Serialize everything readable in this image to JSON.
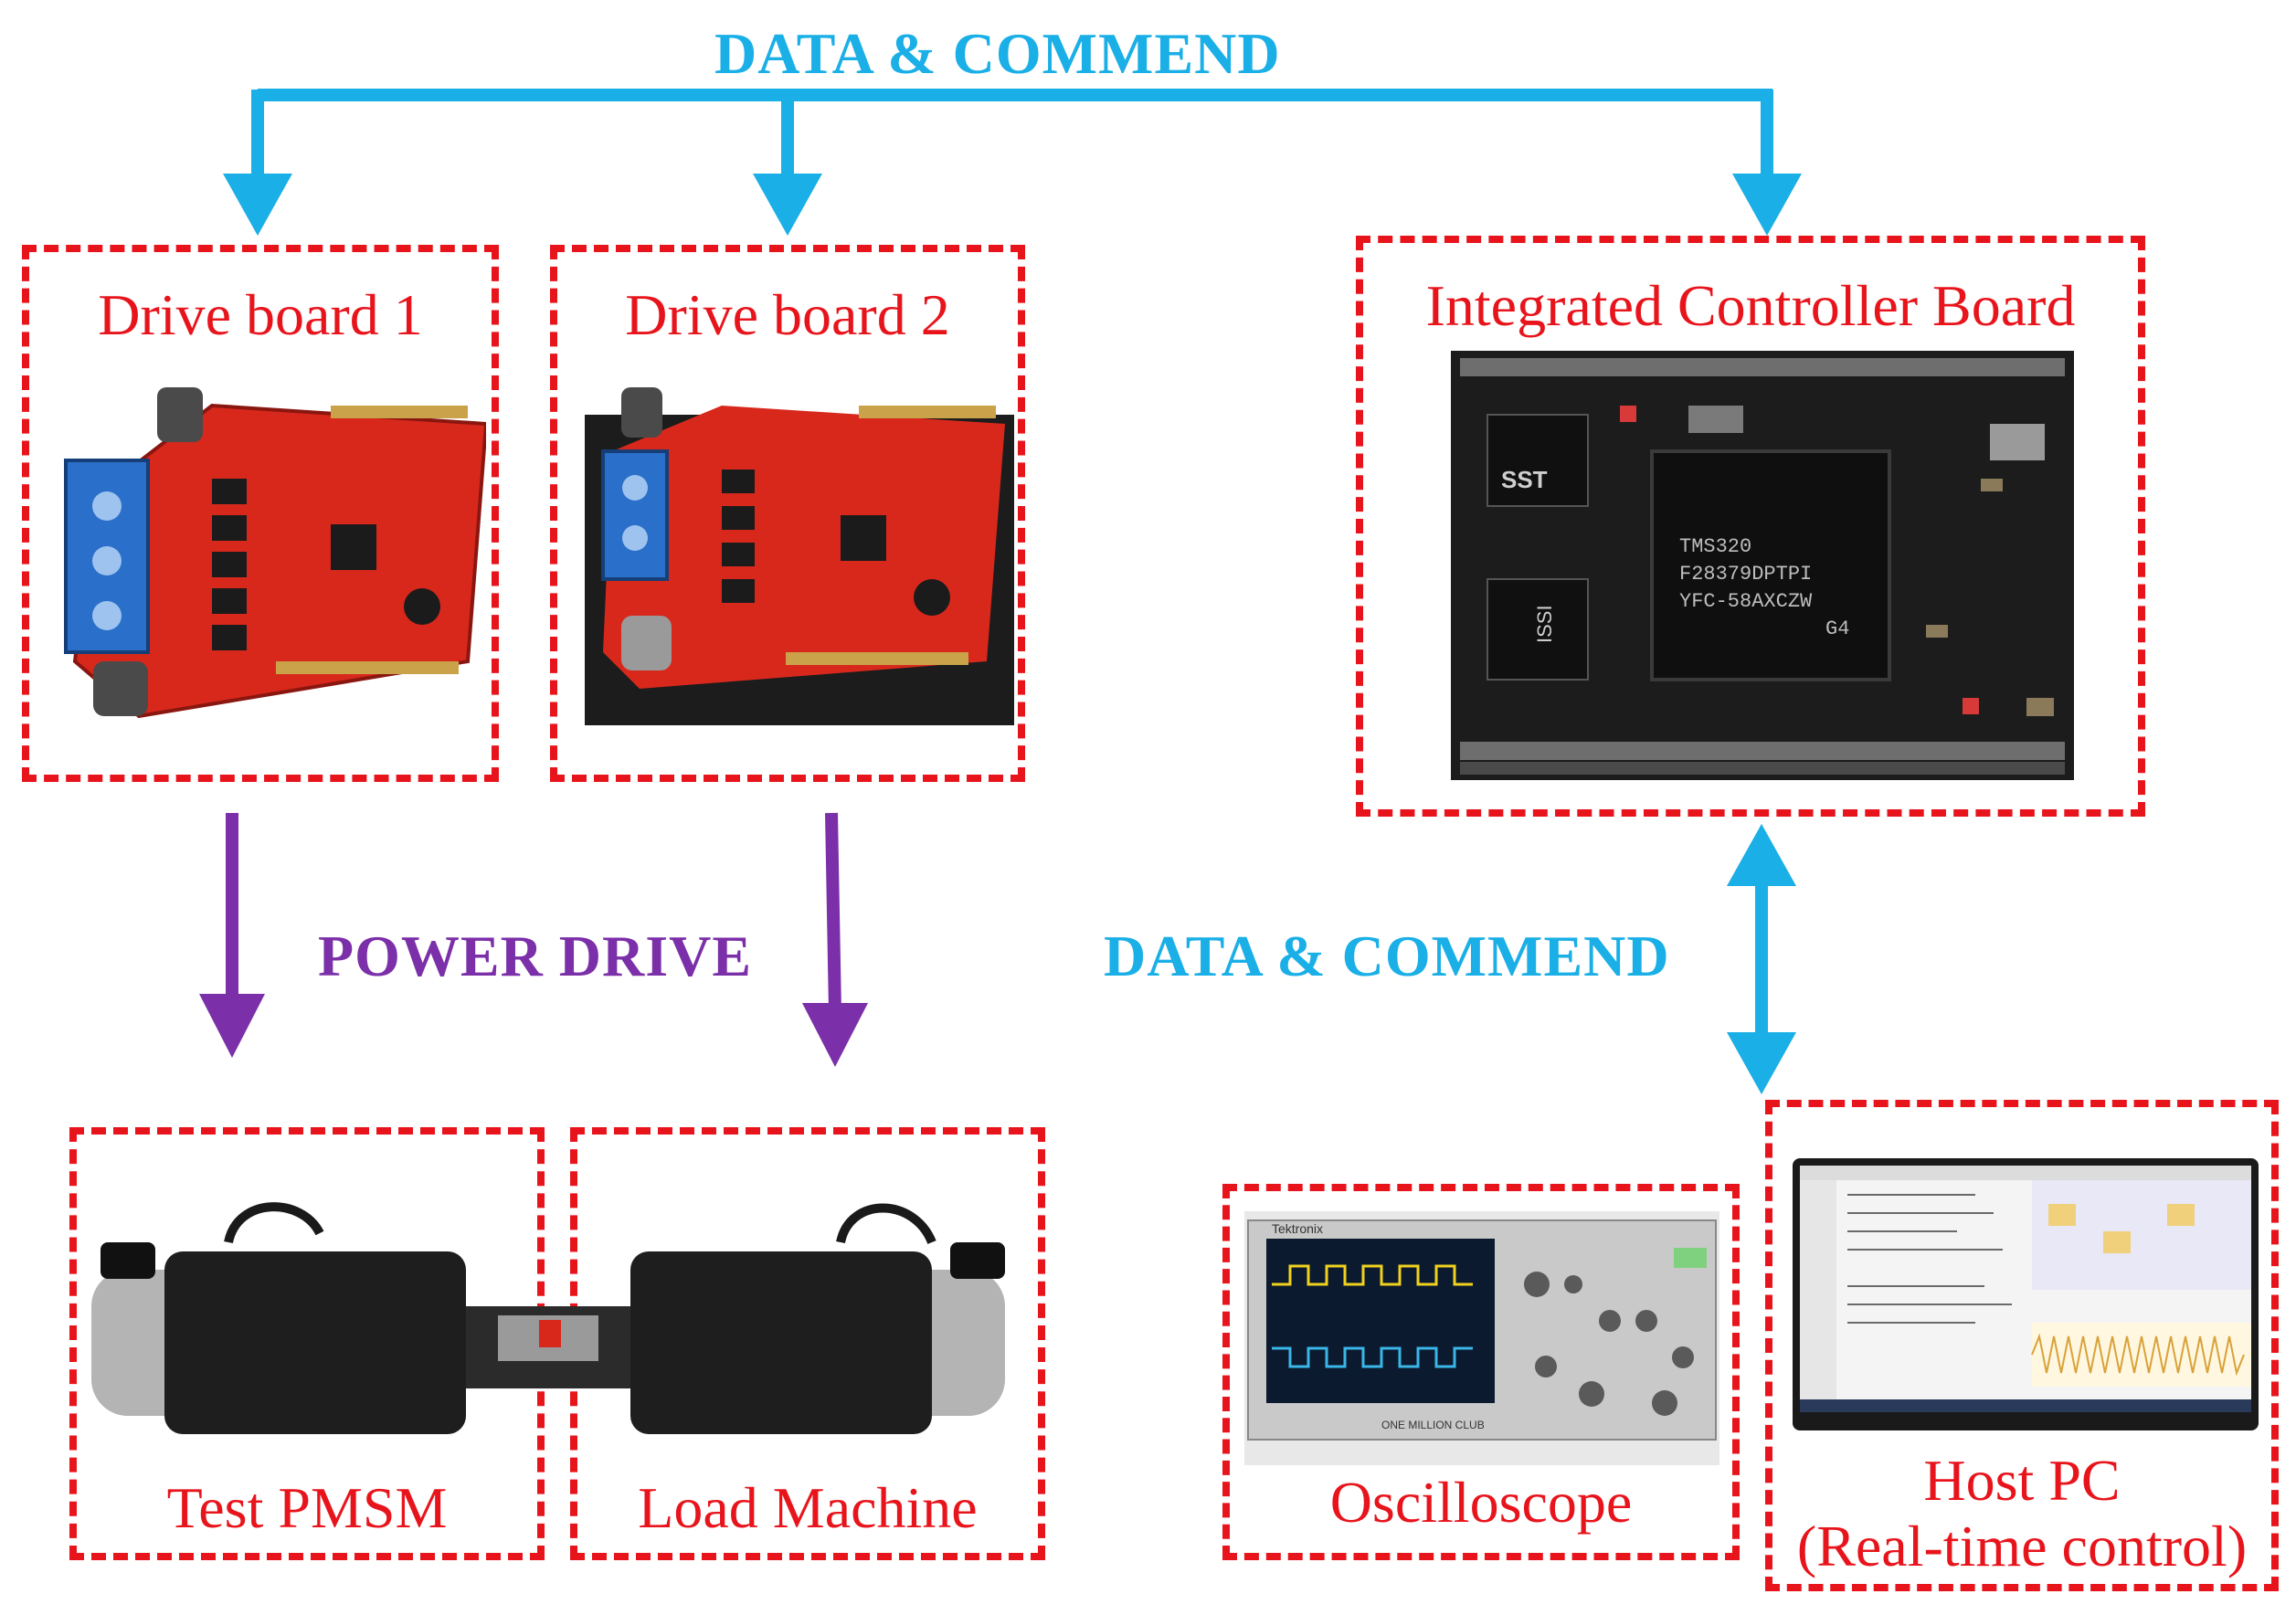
{
  "labels": {
    "data_commend_top": "DATA & COMMEND",
    "data_commend_mid": "DATA & COMMEND",
    "power_drive": "POWER DRIVE"
  },
  "blocks": {
    "drive_board_1": "Drive board 1",
    "drive_board_2": "Drive board 2",
    "controller": "Integrated Controller Board",
    "test_pmsm": "Test PMSM",
    "load_machine": "Load Machine",
    "oscilloscope": "Oscilloscope",
    "host_pc_line1": "Host PC",
    "host_pc_line2": "(Real-time control)"
  },
  "chip_text": {
    "line1": "TMS320",
    "line2": "F28379DPTPI",
    "line3": "YFC-58AXCZW",
    "line4": "G4",
    "mem_label": "SST",
    "mem_label2": "ISSI"
  },
  "scope_text": {
    "brand": "Tektronix",
    "banner": "ONE MILLION CLUB"
  },
  "colors": {
    "data_arrow": "#1aafe6",
    "power_arrow": "#7b2fa8",
    "box_border": "#e8141c",
    "board_red": "#d8281c",
    "controller_pcb": "#1c1c1c"
  }
}
